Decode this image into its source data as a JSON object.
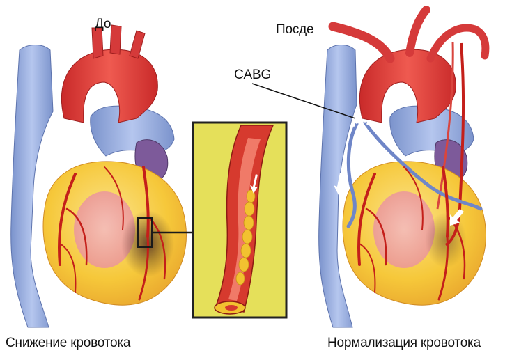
{
  "labels": {
    "before": "До",
    "after": "Посде",
    "graft": "CABG",
    "reduced_flow": "Снижение кровотока",
    "normal_flow": "Нормализация кровотока"
  },
  "colors": {
    "aorta": "#e23c3c",
    "vena_cava": "#8ea8db",
    "myocardium": "#f6c83a",
    "artery": "#c41f1a",
    "graft_vein": "#6f86c8",
    "inset_frame": "#222222",
    "inset_background": "#e5e05a"
  }
}
